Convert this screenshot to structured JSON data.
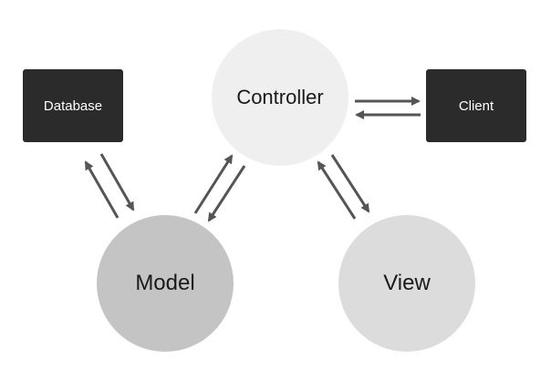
{
  "diagram": {
    "nodes": {
      "controller": {
        "label": "Controller"
      },
      "model": {
        "label": "Model"
      },
      "view": {
        "label": "View"
      },
      "database": {
        "label": "Database"
      },
      "client": {
        "label": "Client"
      }
    },
    "colors": {
      "controller_fill": "#efefef",
      "model_fill": "#c4c4c4",
      "view_fill": "#dcdcdc",
      "box_fill": "#2b2b2b",
      "arrow": "#555555"
    },
    "connections": [
      {
        "from": "database",
        "to": "model",
        "direction": "bidirectional"
      },
      {
        "from": "model",
        "to": "controller",
        "direction": "bidirectional"
      },
      {
        "from": "controller",
        "to": "view",
        "direction": "bidirectional"
      },
      {
        "from": "controller",
        "to": "client",
        "direction": "bidirectional"
      }
    ]
  }
}
